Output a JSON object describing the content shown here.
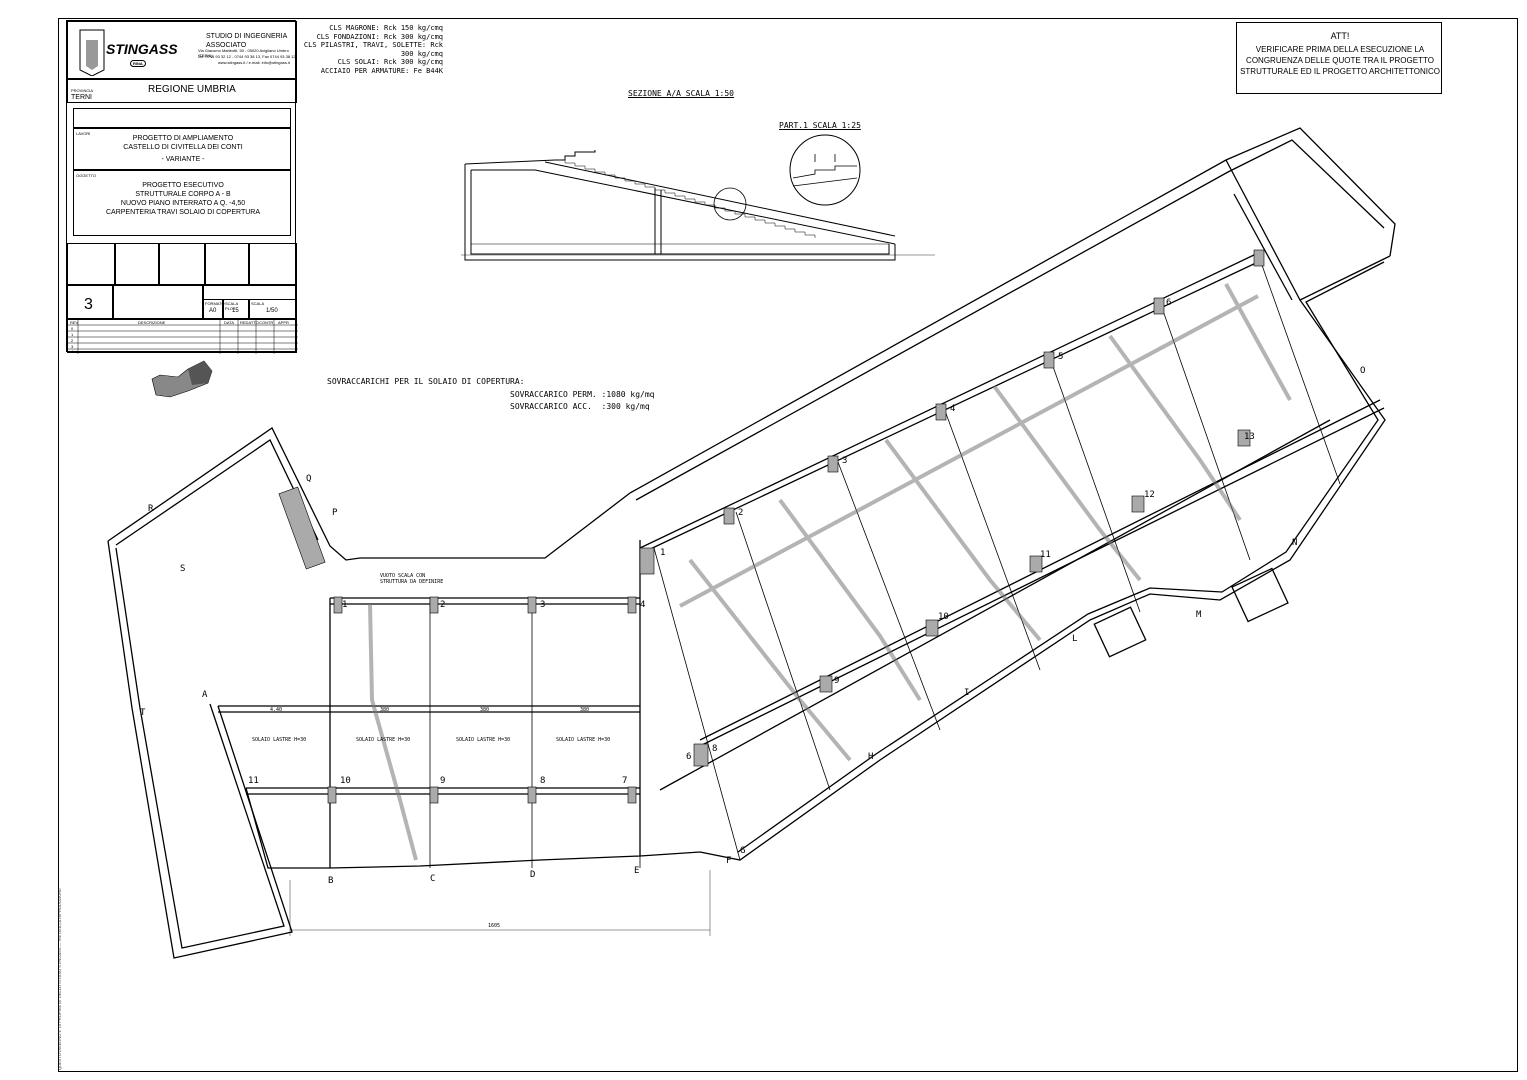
{
  "title_block": {
    "studio": "STUDIO DI INGEGNERIA ASSOCIATO",
    "logo_text": "STINGASS",
    "address": "Via Giacomo Matteotti, 50 - 05020 Avigliano Umbro (TERNI)",
    "phone": "Tel. 0744 93 32 12 - 0744 93 38 13, Fax 0744 93 38 12",
    "web": "www.stingass.it / e.mail: info@stingass.it",
    "cert_logo": "RINA",
    "provincia_label": "PROVINCIA",
    "provincia": "TERNI",
    "regione": "REGIONE UMBRIA",
    "lavori_label": "LAVORI",
    "lavori": [
      "PROGETTO DI AMPLIAMENTO",
      "CASTELLO DI CIVITELLA DEI CONTI",
      "- VARIANTE -"
    ],
    "oggetto_label": "OGGETTO",
    "oggetto": [
      "PROGETTO ESECUTIVO",
      "STRUTTURALE CORPO A - B",
      "NUOVO PIANO INTERRATO A Q. -4,50",
      "CARPENTERIA TRAVI SOLAIO DI COPERTURA"
    ],
    "tavola": "3",
    "formato": "A0",
    "scala_plot": "15",
    "scala": "1/50",
    "small_labels": [
      "FORMATO",
      "SCALA PLOT",
      "SCALA"
    ],
    "rev_header": [
      "REV",
      "DESCRIZIONE",
      "DATA",
      "REDATTO",
      "CONTR",
      "APPR"
    ],
    "rev_rows": [
      "0",
      "1",
      "2",
      "3",
      "4"
    ]
  },
  "materials": [
    "CLS MAGRONE: Rck 150 kg/cmq",
    "CLS FONDAZIONI: Rck 300 kg/cmq",
    "CLS PILASTRI, TRAVI, SOLETTE: Rck 300 kg/cmq",
    "CLS SOLAI: Rck 300 kg/cmq",
    "ACCIAIO PER ARMATURE: Fe B44K"
  ],
  "warning": [
    "ATT!",
    "VERIFICARE PRIMA DELLA ESECUZIONE LA",
    "CONGRUENZA DELLE QUOTE TRA IL PROGETTO",
    "STRUTTURALE ED IL PROGETTO ARCHITETTONICO"
  ],
  "section_title": "SEZIONE A/A SCALA 1:50",
  "detail_title": "PART.1 SCALA 1:25",
  "loads": {
    "title": "SOVRACCARICHI PER IL SOLAIO DI COPERTURA:",
    "perm": "SOVRACCARICO PERM. :1080 kg/mq",
    "acc": "SOVRACCARICO ACC.  :300 kg/mq"
  },
  "plan": {
    "axis_letters_bottom": [
      "B",
      "C",
      "D",
      "E",
      "F",
      "G"
    ],
    "axis_letters_right": [
      "H",
      "I",
      "L",
      "M",
      "N",
      "O"
    ],
    "axis_letters_left": [
      "R",
      "S",
      "A",
      "T",
      "Q",
      "P"
    ],
    "column_numbers_mid": [
      "1",
      "2",
      "3",
      "4",
      "11",
      "10",
      "9",
      "8",
      "7"
    ],
    "column_numbers_right": [
      "1",
      "2",
      "3",
      "4",
      "5",
      "6",
      "6",
      "8",
      "9",
      "10",
      "11",
      "12",
      "13"
    ],
    "solaio_label": "SOLAIO LASTRE H=30",
    "vuoto_note": [
      "VUOTO SCALA CON",
      "STRUTTURA DA DEFINIRE"
    ],
    "dims": [
      "4.40",
      "380",
      "380",
      "380",
      "1605"
    ]
  }
}
